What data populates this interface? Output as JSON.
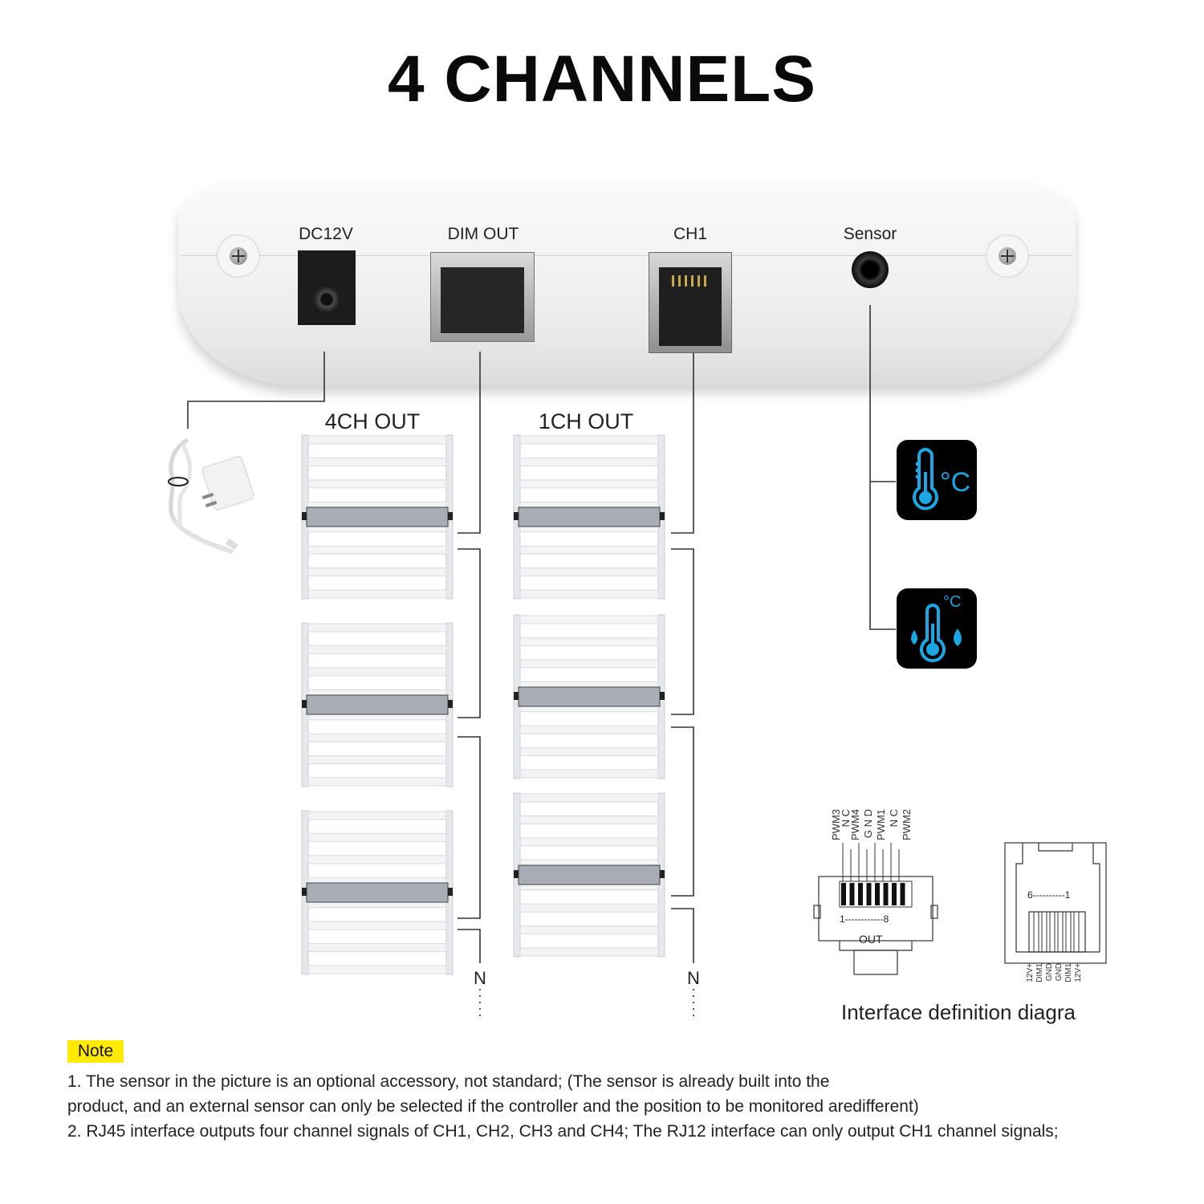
{
  "title": "4 CHANNELS",
  "device": {
    "ports": [
      {
        "label": "DC12V"
      },
      {
        "label": "DIM OUT"
      },
      {
        "label": "CH1"
      },
      {
        "label": "Sensor"
      }
    ]
  },
  "outputs": {
    "left_label": "4CH OUT",
    "right_label": "1CH OUT",
    "ellipsis_label": "N"
  },
  "sensor_icons": [
    {
      "name": "temperature",
      "unit": "°C"
    },
    {
      "name": "temperature-humidity",
      "unit": "°C"
    }
  ],
  "interface": {
    "rj45_pins": [
      "PWM3",
      "N C",
      "PWM4",
      "G N D",
      "PWM1",
      "N C",
      "PWM2"
    ],
    "rj45_range": "1------------8",
    "rj45_out": "OUT",
    "rj12_range": "6----------1",
    "rj12_pins": [
      "12V+",
      "DIM1",
      "GND",
      "GND",
      "DIM1",
      "12V+"
    ],
    "caption": "Interface definition diagra"
  },
  "notes": {
    "badge": "Note",
    "lines": [
      "1. The sensor in the picture is an optional accessory, not standard; (The sensor is already built into the",
      "product, and an external sensor can only be selected if the controller and the position to be monitored aredifferent)",
      "2. RJ45 interface outputs four channel signals of CH1, CH2, CH3 and CH4; The RJ12 interface can only output CH1 channel signals;"
    ]
  },
  "colors": {
    "icon_blue": "#1aa7e6",
    "note_yellow": "#ffea00"
  }
}
